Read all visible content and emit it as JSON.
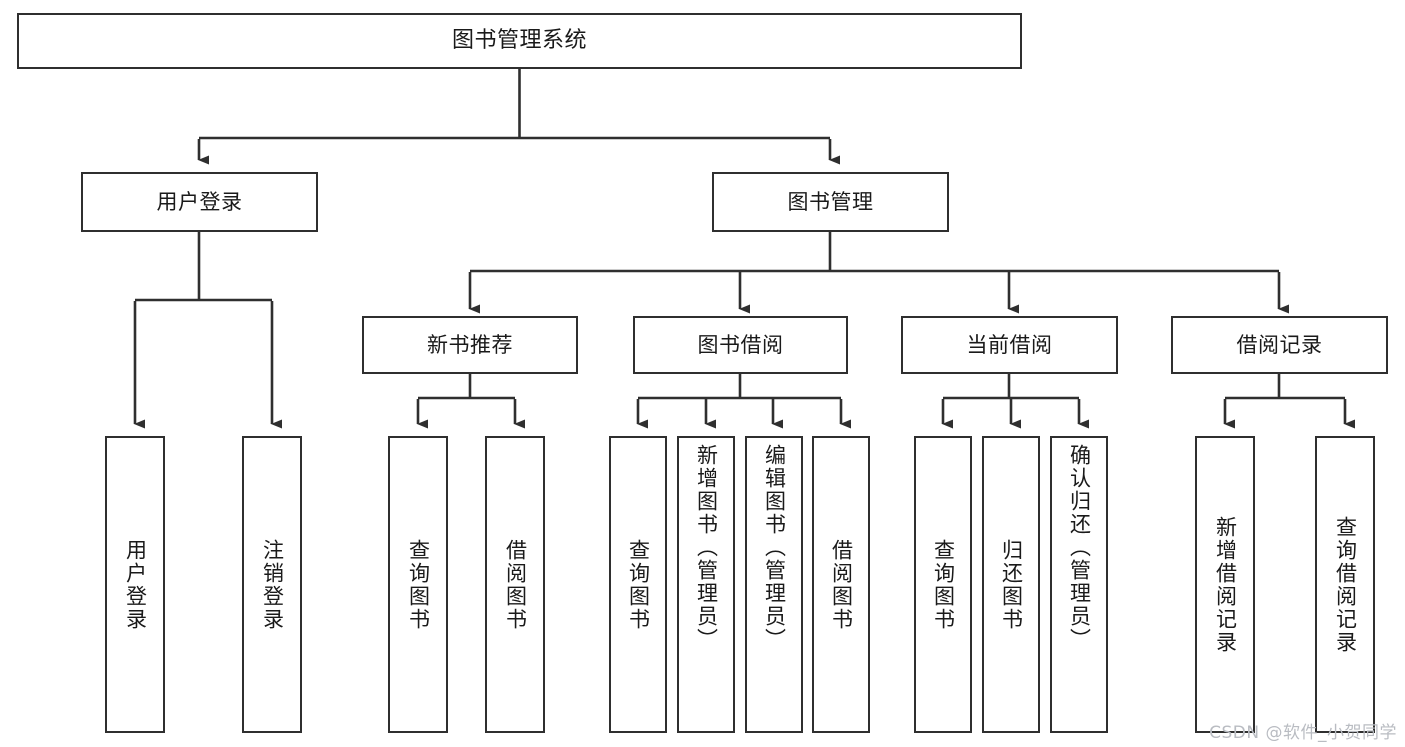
{
  "diagram": {
    "title": "图书管理系统",
    "type": "tree-hierarchy",
    "watermark": "CSDN @软件_小贺同学",
    "colors": {
      "box_border": "#2f2f2f",
      "box_fill": "#ffffff",
      "connector": "#2f2f2f",
      "text": "#1a1a1a",
      "watermark": "#b9bcc2",
      "background": "#ffffff"
    }
  },
  "nodes": {
    "root": {
      "label": "图书管理系统"
    },
    "level2": [
      {
        "id": "user-login",
        "label": "用户登录"
      },
      {
        "id": "book-manage",
        "label": "图书管理"
      }
    ],
    "level3": [
      {
        "id": "new-book-recommend",
        "label": "新书推荐"
      },
      {
        "id": "book-borrow",
        "label": "图书借阅"
      },
      {
        "id": "current-borrow",
        "label": "当前借阅"
      },
      {
        "id": "borrow-record",
        "label": "借阅记录"
      }
    ],
    "leaves": [
      {
        "id": "leaf-user-login",
        "label": "用户登录",
        "parent": "user-login"
      },
      {
        "id": "leaf-logout-login",
        "label": "注销登录",
        "parent": "user-login"
      },
      {
        "id": "leaf-query-book-1",
        "label": "查询图书",
        "parent": "new-book-recommend"
      },
      {
        "id": "leaf-borrow-book-1",
        "label": "借阅图书",
        "parent": "new-book-recommend"
      },
      {
        "id": "leaf-query-book-2",
        "label": "查询图书",
        "parent": "book-borrow"
      },
      {
        "id": "leaf-add-book",
        "label": "新增图书（管理员）",
        "parent": "book-borrow"
      },
      {
        "id": "leaf-edit-book",
        "label": "编辑图书（管理员）",
        "parent": "book-borrow"
      },
      {
        "id": "leaf-borrow-book-2",
        "label": "借阅图书",
        "parent": "book-borrow"
      },
      {
        "id": "leaf-query-book-3",
        "label": "查询图书",
        "parent": "current-borrow"
      },
      {
        "id": "leaf-return-book",
        "label": "归还图书",
        "parent": "current-borrow"
      },
      {
        "id": "leaf-confirm-return",
        "label": "确认归还（管理员）",
        "parent": "current-borrow"
      },
      {
        "id": "leaf-add-record",
        "label": "新增借阅记录",
        "parent": "borrow-record"
      },
      {
        "id": "leaf-query-record",
        "label": "查询借阅记录",
        "parent": "borrow-record"
      }
    ]
  }
}
